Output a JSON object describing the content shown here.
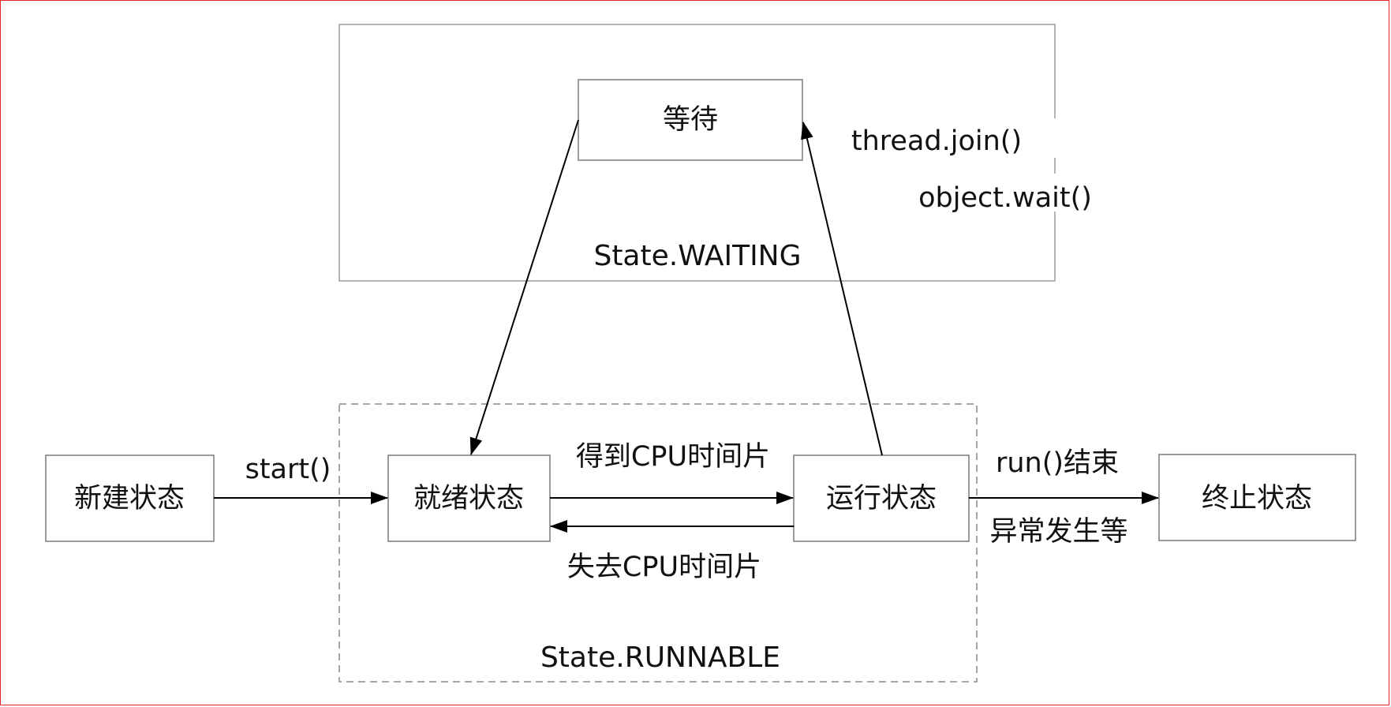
{
  "groups": {
    "waiting": {
      "label": "State.WAITING"
    },
    "runnable": {
      "label": "State.RUNNABLE"
    }
  },
  "states": {
    "new": "新建状态",
    "ready": "就绪状态",
    "running": "运行状态",
    "terminated": "终止状态",
    "waiting": "等待"
  },
  "transitions": {
    "start": "start()",
    "get_cpu": "得到CPU时间片",
    "lose_cpu": "失去CPU时间片",
    "run_end": "run()结束",
    "exception": "异常发生等",
    "join": "thread.join()",
    "wait": "object.wait()"
  },
  "colors": {
    "frame": "#e8242b",
    "box_border": "#7a7a7a",
    "arrow": "#000000"
  }
}
